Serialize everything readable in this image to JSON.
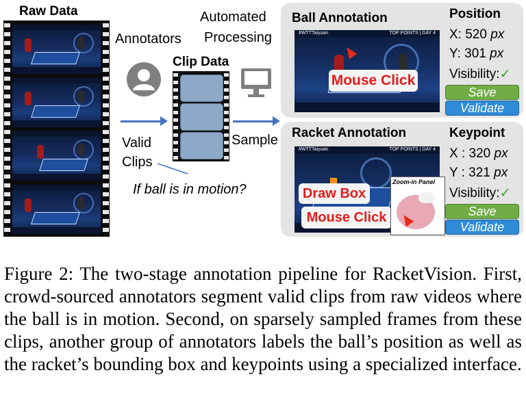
{
  "raw_data": {
    "title": "Raw Data"
  },
  "annotators_label": "Annotators",
  "automated_processing": {
    "line1": "Automated",
    "line2": "Processing"
  },
  "clip_data": {
    "title": "Clip Data"
  },
  "valid_clips": {
    "line1": "Valid",
    "line2": "Clips"
  },
  "question": "If ball is in motion?",
  "sample_label": "Sample",
  "video_tag": {
    "left": "#WTTTaiyuan",
    "right": "TOP POINTS | DAY 4"
  },
  "ball_panel": {
    "title": "Ball Annotation",
    "info_title": "Position",
    "x_label": "X: 520 ",
    "x_unit": "px",
    "y_label": "Y: 301 ",
    "y_unit": "px",
    "visibility": "Visibility:",
    "check": "✓",
    "action": "Mouse Click",
    "save": "Save",
    "validate": "Validate"
  },
  "racket_panel": {
    "title": "Racket Annotation",
    "info_title": "Keypoint",
    "x_label": "X : 320 ",
    "x_unit": "px",
    "y_label": "Y : 321 ",
    "y_unit": "px",
    "visibility": "Visibility:",
    "check": "✓",
    "draw_box": "Draw Box",
    "action": "Mouse Click",
    "zoom_panel": "Zoom-in Panel",
    "save": "Save",
    "validate": "Validate"
  },
  "caption": "Figure 2: The two-stage annotation pipeline for RacketVision. First, crowd-sourced annotators segment valid clips from raw videos where the ball is in motion. Second, on sparsely sampled frames from these clips, another group of annotators labels the ball’s position as well as the racket’s bounding box and keypoints using a specialized interface.",
  "colors": {
    "arrow": "#4472c4",
    "save": "#70ad47",
    "validate": "#2e8bd8",
    "action_text": "#e61b1b",
    "panel": "#e4e4e4"
  }
}
